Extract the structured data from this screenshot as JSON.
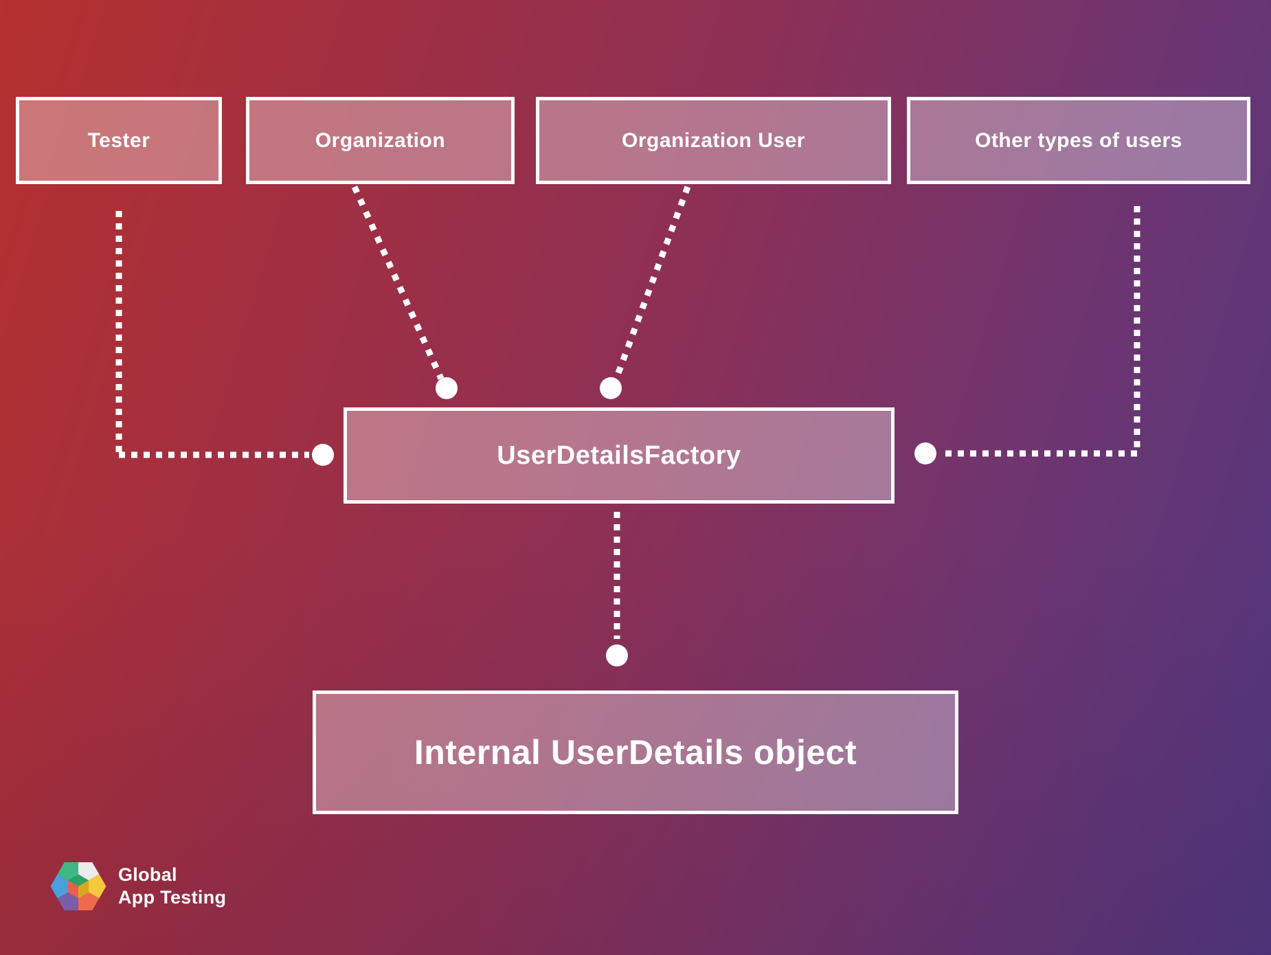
{
  "background": {
    "gradient_from": "#b5302e",
    "gradient_mid": "#8e3054",
    "gradient_to": "#50377f"
  },
  "palette": {
    "box_fill": "rgba(255,255,255,0.34)",
    "box_border": "#ffffff",
    "text_color": "#ffffff",
    "connector_color": "#ffffff"
  },
  "nodes": {
    "tester": {
      "label": "Tester"
    },
    "organization": {
      "label": "Organization"
    },
    "organization_user": {
      "label": "Organization User"
    },
    "other_users": {
      "label": "Other types of users"
    },
    "factory": {
      "label": "UserDetailsFactory"
    },
    "internal_object": {
      "label": "Internal UserDetails object"
    }
  },
  "logo": {
    "line1": "Global",
    "line2": "App Testing",
    "hexagon_colors": {
      "top_left": "#3fb884",
      "top_right": "#ececec",
      "right": "#f5c840",
      "bottom_right": "#ee6a4d",
      "bottom_left": "#7b5ca8",
      "left": "#4aa0dc",
      "inner_top": "#2f9e68",
      "inner_right": "#d9a820",
      "inner_left": "#e8604c"
    }
  }
}
